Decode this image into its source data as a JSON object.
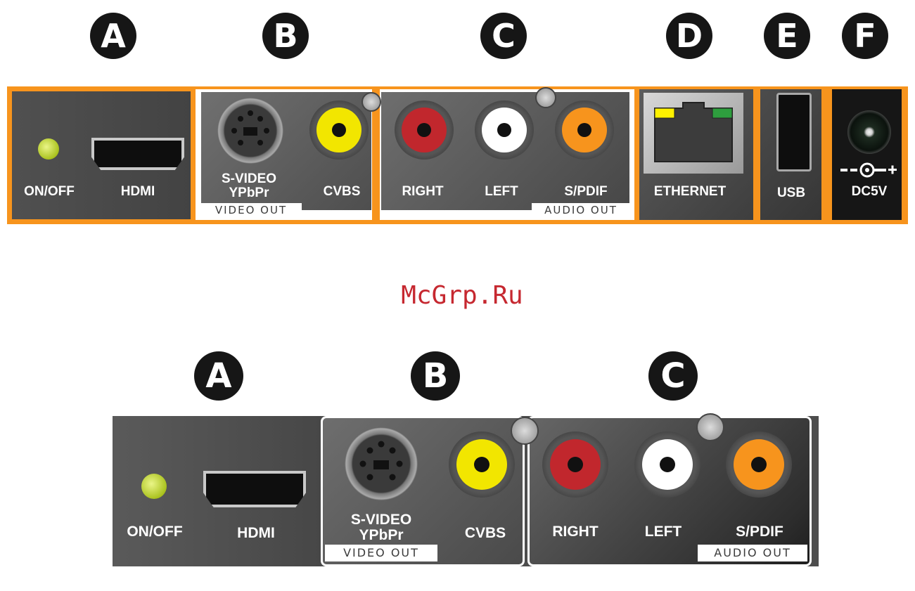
{
  "top_panel": {
    "markers": [
      "A",
      "B",
      "C",
      "D",
      "E",
      "F"
    ],
    "labels": {
      "on_off": "ON/OFF",
      "hdmi": "HDMI",
      "svideo_line1": "S-VIDEO",
      "svideo_line2": "YPbPr",
      "cvbs": "CVBS",
      "right": "RIGHT",
      "left": "LEFT",
      "spdif": "S/PDIF",
      "ethernet": "ETHERNET",
      "usb": "USB",
      "dc": "DC5V"
    },
    "group_labels": {
      "video_out": "VIDEO OUT",
      "audio_out": "AUDIO OUT"
    }
  },
  "watermark": "McGrp.Ru",
  "bottom_panel": {
    "markers": [
      "A",
      "B",
      "C"
    ],
    "labels": {
      "on_off": "ON/OFF",
      "hdmi": "HDMI",
      "svideo_line1": "S-VIDEO",
      "svideo_line2": "YPbPr",
      "cvbs": "CVBS",
      "right": "RIGHT",
      "left": "LEFT",
      "spdif": "S/PDIF"
    },
    "group_labels": {
      "video_out": "VIDEO OUT",
      "audio_out": "AUDIO OUT"
    }
  },
  "colors": {
    "frame_orange": "#f7941d",
    "panel_gray": "#4d4d4d",
    "led_green": "#b5cc2a",
    "rca_yellow": "#f2e600",
    "rca_red": "#c1272d",
    "rca_white": "#ffffff",
    "rca_orange": "#f7941d",
    "eth_led_yellow": "#fff200",
    "eth_led_green": "#2e9e3e"
  }
}
